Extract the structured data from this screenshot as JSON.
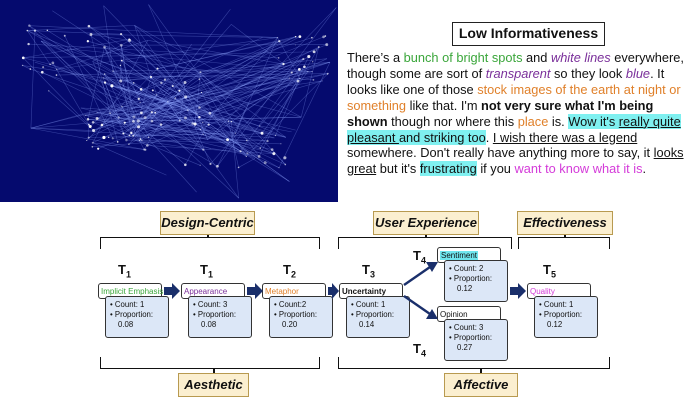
{
  "panel": {
    "title": "Low Informativeness",
    "description": [
      {
        "t": "There’s a ",
        "s": ""
      },
      {
        "t": "bunch of bright spots",
        "s": "g"
      },
      {
        "t": " and ",
        "s": ""
      },
      {
        "t": "white lines",
        "s": "p"
      },
      {
        "t": " everywhere, though some are sort of ",
        "s": ""
      },
      {
        "t": "transparent",
        "s": "p"
      },
      {
        "t": " so they look ",
        "s": ""
      },
      {
        "t": "blue",
        "s": "p"
      },
      {
        "t": ". It looks like one of those ",
        "s": ""
      },
      {
        "t": "stock images of the earth at night or something",
        "s": "o"
      },
      {
        "t": " like that. I'm ",
        "s": ""
      },
      {
        "t": "not very sure what I'm being shown",
        "s": "b"
      },
      {
        "t": " though nor where this ",
        "s": ""
      },
      {
        "t": "place",
        "s": "o"
      },
      {
        "t": " is. ",
        "s": ""
      },
      {
        "t": "Wow it's ",
        "s": "hl"
      },
      {
        "t": "really quite pleasant ",
        "s": "hl u"
      },
      {
        "t": "and striking too",
        "s": "hl"
      },
      {
        "t": ". ",
        "s": ""
      },
      {
        "t": "I wish there was a legend",
        "s": "u"
      },
      {
        "t": " somewhere. Don't really have anything more to say, it ",
        "s": ""
      },
      {
        "t": "looks",
        "s": "u"
      },
      {
        "t": " ",
        "s": ""
      },
      {
        "t": "great",
        "s": "u"
      },
      {
        "t": " but it's ",
        "s": ""
      },
      {
        "t": "frustrating",
        "s": "hl"
      },
      {
        "t": " if you ",
        "s": ""
      },
      {
        "t": "want to know what it is",
        "s": "m"
      },
      {
        "t": ".",
        "s": ""
      }
    ]
  },
  "headers": {
    "design_centric": "Design-Centric",
    "user_experience": "User Experience",
    "effectiveness": "Effectiveness",
    "aesthetic": "Aesthetic",
    "affective": "Affective"
  },
  "nodes": [
    {
      "tier": "T",
      "sub": "1",
      "label": "Implicit Emphasis",
      "label_color": "#3aa63a",
      "count": "Count: 1",
      "proportion": "Proportion:",
      "value": "0.08"
    },
    {
      "tier": "T",
      "sub": "1",
      "label": "Appearance",
      "label_color": "#7a2f9a",
      "count": "Count: 3",
      "proportion": "Proportion:",
      "value": "0.08"
    },
    {
      "tier": "T",
      "sub": "2",
      "label": "Metaphor",
      "label_color": "#e0802a",
      "count": "Count:2",
      "proportion": "Proportion:",
      "value": "0.20"
    },
    {
      "tier": "T",
      "sub": "3",
      "label": "Uncertainty",
      "label_color": "#111111",
      "count": "Count: 1",
      "proportion": "Proportion:",
      "value": "0.14"
    },
    {
      "tier": "T",
      "sub": "4",
      "label": "Sentiment",
      "label_color": "#111111",
      "count": "Count: 2",
      "proportion": "Proportion:",
      "value": "0.12"
    },
    {
      "tier": "T",
      "sub": "4",
      "label": "Opinion",
      "label_color": "#111111",
      "count": "Count: 3",
      "proportion": "Proportion:",
      "value": "0.27"
    },
    {
      "tier": "T",
      "sub": "5",
      "label": "Quality",
      "label_color": "#d43bd9",
      "count": "Count: 1",
      "proportion": "Proportion:",
      "value": "0.12"
    }
  ],
  "colors": {
    "arrow": "#1a2f6b",
    "sentiment_highlight": "#6fe6ee",
    "viz_bg": "#050a6e",
    "viz_line": "#8fa6ff"
  }
}
